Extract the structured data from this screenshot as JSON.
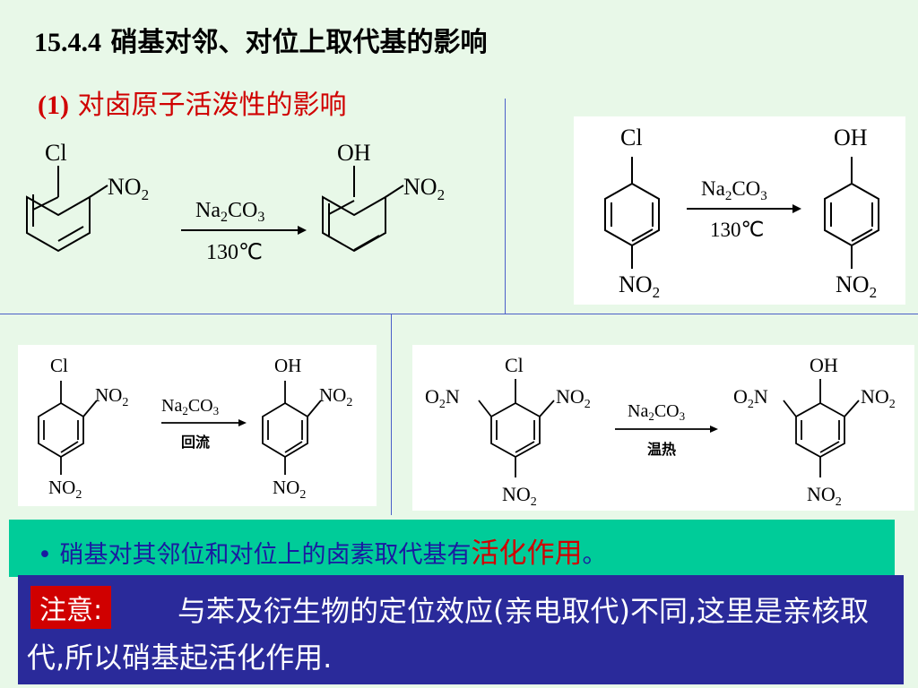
{
  "slide": {
    "title_num": "15.4.4",
    "title_text": "硝基对邻、对位上取代基的影响",
    "subtitle_paren": "(1)",
    "subtitle_text": "对卤原子活泼性的影响"
  },
  "schemes": {
    "s1": {
      "sub1": "Cl",
      "sub2": "NO",
      "sub2sub": "2",
      "reagent_top": "Na",
      "reagent_top_sub": "2",
      "reagent_top_b": "CO",
      "reagent_top_sub2": "3",
      "reagent_bottom": "130℃",
      "prod1": "OH",
      "prod2": "NO",
      "prod2sub": "2"
    },
    "s2": {
      "sub1": "Cl",
      "sub2": "NO",
      "sub2sub": "2",
      "reagent_top": "Na",
      "reagent_top_sub": "2",
      "reagent_top_b": "CO",
      "reagent_top_sub2": "3",
      "reagent_bottom": "130℃",
      "prod1": "OH",
      "prod2": "NO",
      "prod2sub": "2"
    },
    "s3": {
      "sub1": "Cl",
      "sub2": "NO",
      "sub2sub": "2",
      "sub3": "NO",
      "sub3sub": "2",
      "reagent_top": "Na",
      "reagent_top_sub": "2",
      "reagent_top_b": "CO",
      "reagent_top_sub2": "3",
      "reagent_bottom": "回流",
      "prod1": "OH",
      "prod2": "NO",
      "prod2sub": "2",
      "prod3": "NO",
      "prod3sub": "2"
    },
    "s4": {
      "sub1": "Cl",
      "subL": "O",
      "subLsub": "2",
      "subLb": "N",
      "subR": "NO",
      "subRsub": "2",
      "subB": "NO",
      "subBsub": "2",
      "reagent_top": "Na",
      "reagent_top_sub": "2",
      "reagent_top_b": "CO",
      "reagent_top_sub2": "3",
      "reagent_bottom": "温热",
      "prod1": "OH",
      "prodL": "O",
      "prodLsub": "2",
      "prodLb": "N",
      "prodR": "NO",
      "prodRsub": "2",
      "prodB": "NO",
      "prodBsub": "2"
    }
  },
  "summary": {
    "bullet": "•",
    "text": "硝基对其邻位和对位上的卤素取代基有",
    "emphasis": "活化作用",
    "end": "。"
  },
  "note": {
    "label": "注意:",
    "text": "与苯及衍生物的定位效应(亲电取代)不同,这里是亲核取代,所以硝基起活化作用."
  },
  "colors": {
    "background": "#e8f8e8",
    "title_red": "#d00000",
    "divider": "#4a5fc8",
    "green_box": "#00cc99",
    "navy_box": "#2a2a9a",
    "bullet_text": "#1a1aa0"
  }
}
